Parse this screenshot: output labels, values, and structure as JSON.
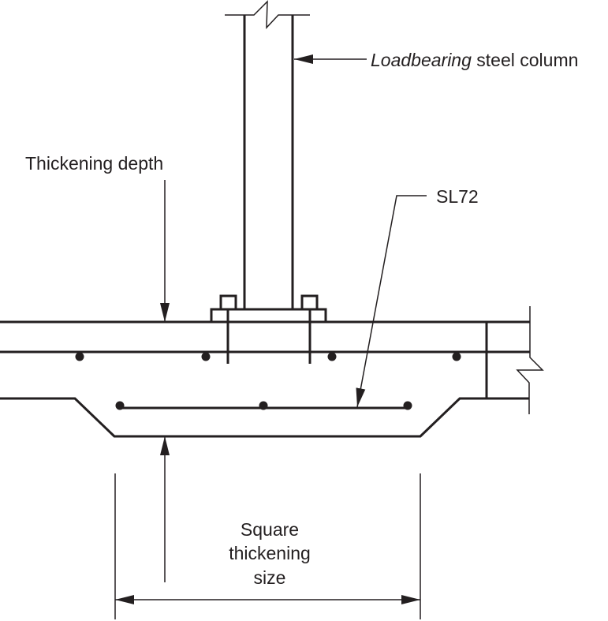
{
  "labels": {
    "column_italic": "Loadbearing",
    "column_rest": " steel column",
    "thickening_depth": "Thickening depth",
    "mesh": "SL72",
    "size_line1": "Square",
    "size_line2": "thickening",
    "size_line3": "size"
  },
  "colors": {
    "ink": "#231f20",
    "background": "#ffffff"
  }
}
